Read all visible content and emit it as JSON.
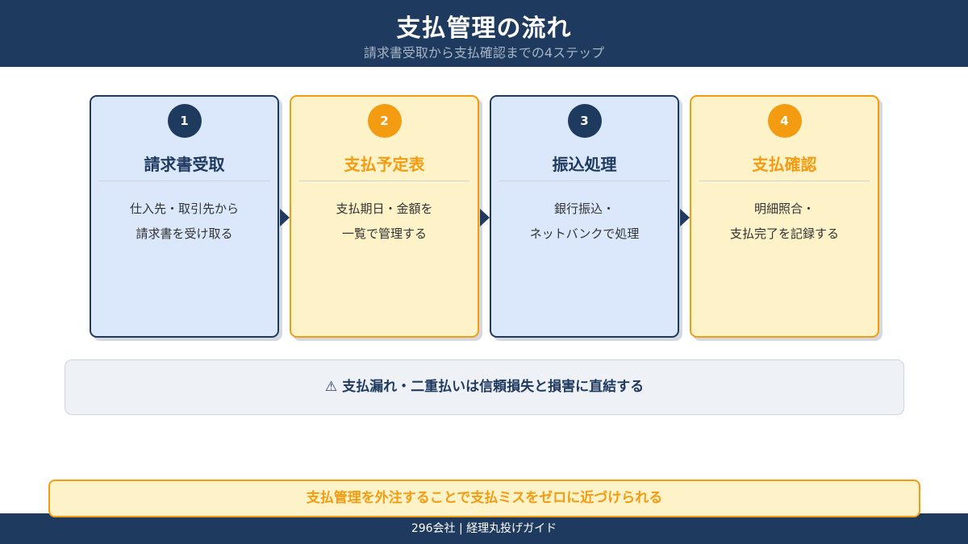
{
  "header": {
    "title": "支払管理の流れ",
    "subtitle": "請求書受取から支払確認までの4ステップ"
  },
  "steps": [
    {
      "number": "1",
      "title": "請求書受取",
      "lines": [
        "仕入先・取引先から",
        "請求書を受け取る"
      ],
      "style": "navy"
    },
    {
      "number": "2",
      "title": "支払予定表",
      "lines": [
        "支払期日・金額を",
        "一覧で管理する"
      ],
      "style": "orange"
    },
    {
      "number": "3",
      "title": "振込処理",
      "lines": [
        "銀行振込・",
        "ネットバンクで処理"
      ],
      "style": "navy"
    },
    {
      "number": "4",
      "title": "支払確認",
      "lines": [
        "明細照合・",
        "支払完了を記録する"
      ],
      "style": "orange"
    }
  ],
  "warning": {
    "icon": "⚠",
    "text": "支払漏れ・二重払いは信頼損失と損害に直結する"
  },
  "callout": {
    "text": "支払管理を外注することで支払ミスをゼロに近づけられる"
  },
  "footer": {
    "text": "296会社 | 経理丸投げガイド"
  },
  "colors": {
    "navy": "#1f3a5f",
    "orange": "#f39c12",
    "blue_card_bg": "#dbe8fc",
    "yellow_card_bg": "#fef2c8",
    "warning_bg": "#eef1f6"
  }
}
